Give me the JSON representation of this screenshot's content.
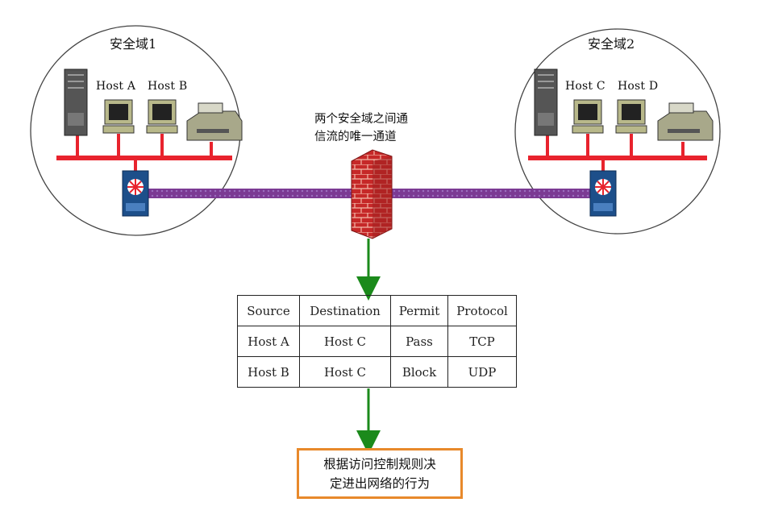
{
  "zones": [
    {
      "title": "安全域1",
      "hosts": [
        "Host A",
        "Host B"
      ]
    },
    {
      "title": "安全域2",
      "hosts": [
        "Host C",
        "Host D"
      ]
    }
  ],
  "firewall_note": [
    "两个安全域之间通",
    "信流的唯一通道"
  ],
  "rule_table": {
    "headers": [
      "Source",
      "Destination",
      "Permit",
      "Protocol"
    ],
    "rows": [
      [
        "Host A",
        "Host C",
        "Pass",
        "TCP"
      ],
      [
        "Host B",
        "Host C",
        "Block",
        "UDP"
      ]
    ]
  },
  "result_note": [
    "根据访问控制规则决",
    "定进出网络的行为"
  ],
  "colors": {
    "lan_bus": "#e8232d",
    "link": "#7b3a93",
    "arrow": "#1b8a1b",
    "firewall": "#c62828",
    "result_border": "#e8892b"
  }
}
